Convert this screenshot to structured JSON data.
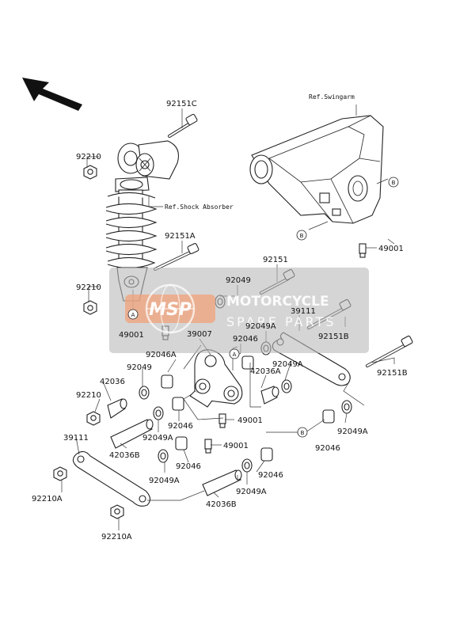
{
  "labels": {
    "l92151C": "92151C",
    "l92210_a": "92210",
    "lRefShock": "Ref.Shock Absorber",
    "l92151A": "92151A",
    "l92210_b": "92210",
    "l49001_a": "49001",
    "lRefSwing": "Ref.Swingarm",
    "l49001_b": "49001",
    "l92151": "92151",
    "l92049_a": "92049",
    "l39111_a": "39111",
    "l92049A_a": "92049A",
    "l92151B_a": "92151B",
    "l39007": "39007",
    "l92046_a": "92046",
    "l92046A": "92046A",
    "l92049_b": "92049",
    "l42036A": "42036A",
    "l92049A_b": "92049A",
    "l92151B_b": "92151B",
    "l42036": "42036",
    "l92210_c": "92210",
    "l49001_c": "49001",
    "l92046_b": "92046",
    "l92049A_c": "92049A",
    "l49001_d": "49001",
    "l39111_b": "39111",
    "l42036B_a": "42036B",
    "l92046_c": "92046",
    "l92049A_d": "92049A",
    "l92046_d": "92046",
    "l92046_e": "92046",
    "l92049A_e": "92049A",
    "l92210A_a": "92210A",
    "l42036B_b": "42036B",
    "l92049A_f": "92049A",
    "l92210A_b": "92210A"
  },
  "markers": {
    "A": "A",
    "B": "B"
  },
  "watermark": {
    "logo": "MSP",
    "line1": "MOTORCYCLE",
    "line2": "SPARE PARTS"
  }
}
